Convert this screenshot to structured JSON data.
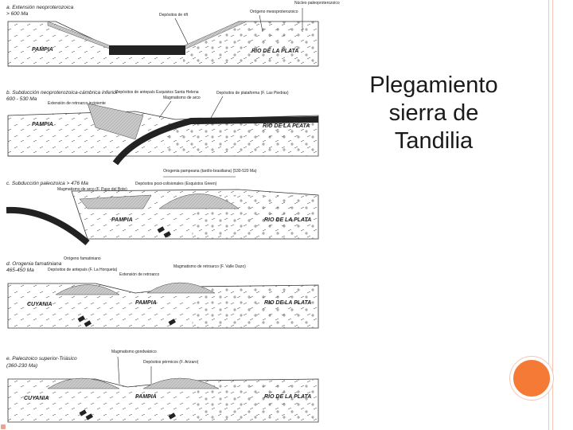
{
  "slide": {
    "title": "Plegamiento\nsierra de\nTandilia",
    "accent_color": "#f47a36",
    "rail_color": "#f3c5b4"
  },
  "figure": {
    "panels": [
      {
        "header": "a. Extensión neoproterozoica",
        "sub": "> 600 Ma",
        "plates": [
          "PAMPIA",
          "RIO DE LA PLATA"
        ],
        "notes": [
          "Depósitos de rift",
          "Orógeno mesoproterozoico",
          "Núcleo paleoproterozoico"
        ]
      },
      {
        "header": "b. Subducción neoproterozoica-cámbrica inferior",
        "sub": "600 - 530 Ma",
        "plates": [
          "PAMPIA",
          "RIO DE LA PLATA"
        ],
        "notes": [
          "Extensión de retroarco incipiente",
          "Depósitos de antepaís Esquistos Santa Helena",
          "Magmatismo de arco",
          "Depósitos de plataforma (F. Las Piedras)"
        ]
      },
      {
        "header": "c. Subducción paleozoica > 476 Ma",
        "plates": [
          "PAMPIA",
          "RIO DE LA PLATA"
        ],
        "notes": [
          "Orogenia pampeana (tardío-brasiliana) (530-520 Ma)",
          "Depósitos post-colisionales (Esquistos Green)",
          "Magmatismo de arco (F. Paso del Bote)"
        ]
      },
      {
        "header": "d. Orogenia famatiniana",
        "sub": "465-450 Ma",
        "plates": [
          "CUYANIA",
          "PAMPIA",
          "RIO DE LA PLATA"
        ],
        "notes": [
          "Orógeno famatiniano",
          "Depósitos de antepaís (F. La Horqueta)",
          "Extensión de retroarco",
          "Magmatismo de retroarco (F. Valle Dazo)"
        ]
      },
      {
        "header": "e. Paleozoico superior-Triásico",
        "sub": "(360-230 Ma)",
        "plates": [
          "CUYANIA",
          "PAMPIA",
          "RIO DE LA PLATA"
        ],
        "notes": [
          "Magmatismo gondwánico",
          "Depósitos pérmicos (F. Arizaro)"
        ]
      }
    ]
  }
}
